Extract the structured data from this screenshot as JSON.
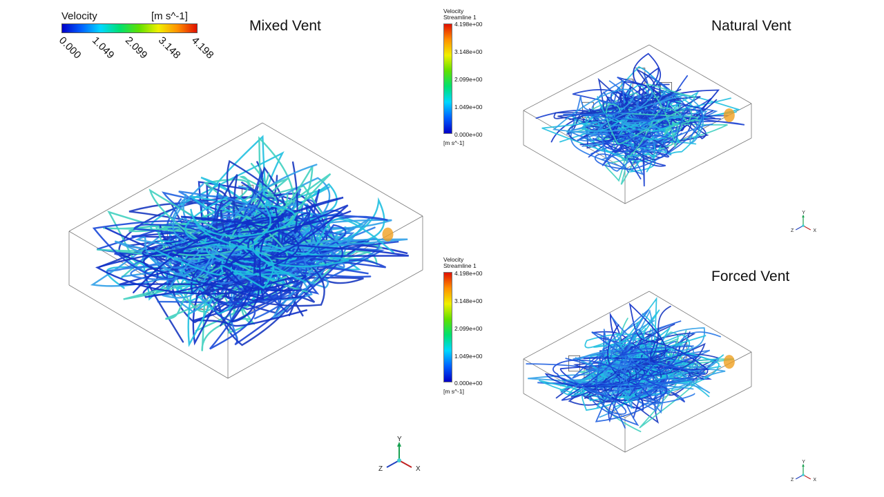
{
  "panels": [
    {
      "title": "Mixed Vent"
    },
    {
      "title": "Natural Vent"
    },
    {
      "title": "Forced Vent"
    }
  ],
  "main_legend": {
    "variable": "Velocity",
    "units": "[m s^-1]",
    "ticks": [
      "0.000",
      "1.049",
      "2.099",
      "3.148",
      "4.198"
    ]
  },
  "side_legends": [
    {
      "variable": "Velocity",
      "name": "Streamline 1",
      "units": "[m s^-1]",
      "ticks": [
        "4.198e+00",
        "3.148e+00",
        "2.099e+00",
        "1.049e+00",
        "0.000e+00"
      ]
    },
    {
      "variable": "Velocity",
      "name": "Streamline 1",
      "units": "[m s^-1]",
      "ticks": [
        "4.198e+00",
        "3.148e+00",
        "2.099e+00",
        "1.049e+00",
        "0.000e+00"
      ]
    }
  ],
  "axes_labels": {
    "x": "X",
    "y": "Y",
    "z": "Z"
  },
  "colors": {
    "low": "#0000c8",
    "mid": "#00d8ff",
    "high": "#e01000",
    "stream": "#1a4fd8"
  }
}
